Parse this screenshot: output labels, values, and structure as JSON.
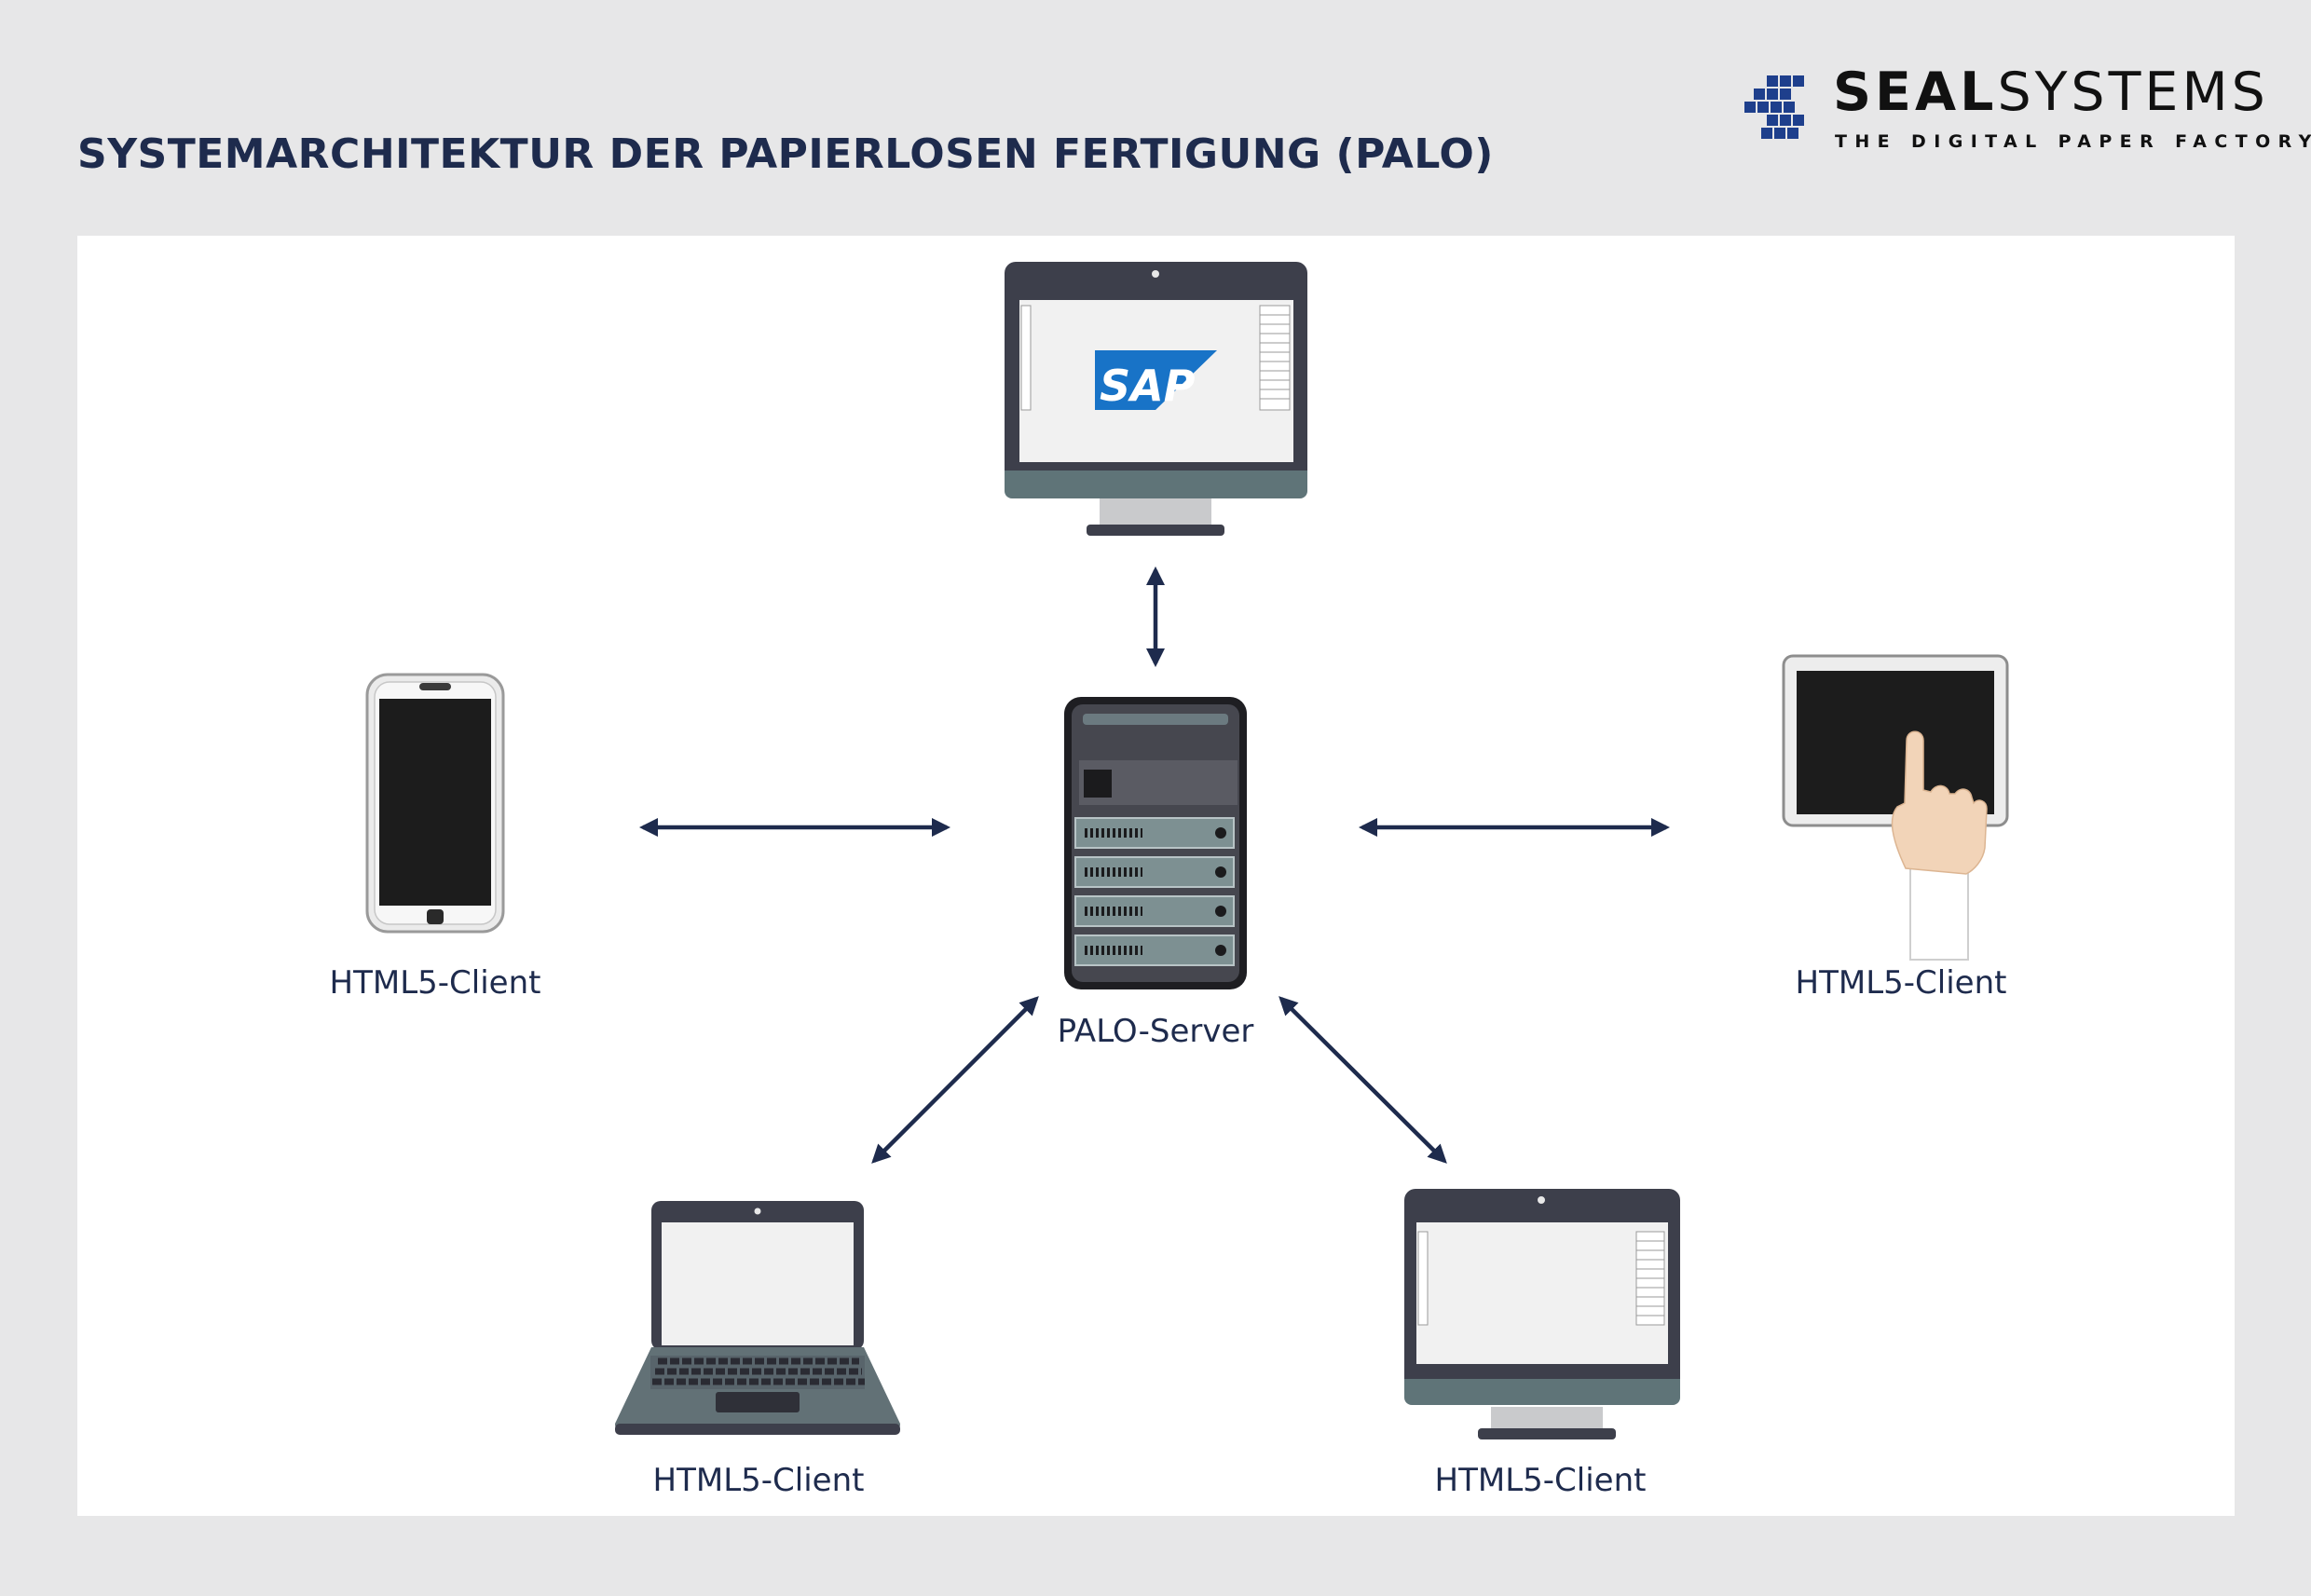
{
  "header": {
    "title": "SYSTEMARCHITEKTUR DER PAPIERLOSEN FERTIGUNG (PALO)"
  },
  "logo": {
    "name_bold": "SEAL",
    "name_regular": "SYSTEMS",
    "tagline": "THE DIGITAL PAPER FACTORY"
  },
  "diagram": {
    "sap_logo_text": "SAP",
    "server_label": "PALO-Server",
    "clients": {
      "phone": "HTML5-Client",
      "tablet": "HTML5-Client",
      "laptop": "HTML5-Client",
      "desktop": "HTML5-Client"
    }
  },
  "colors": {
    "title": "#1e2b4d",
    "arrow": "#1e2b4d",
    "device_dark": "#3d3f4b",
    "device_slate": "#5f7478",
    "sap_blue": "#1873c7"
  }
}
